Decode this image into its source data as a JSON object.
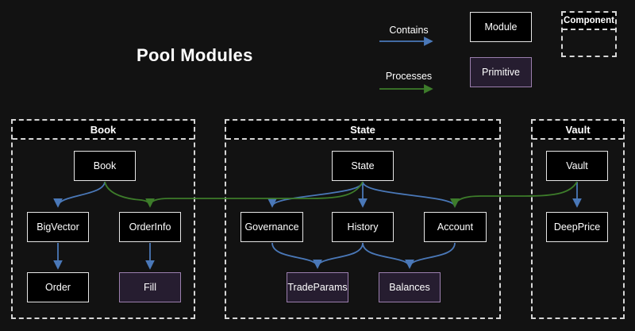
{
  "title": "Pool Modules",
  "legend": {
    "contains": "Contains",
    "processes": "Processes",
    "module": "Module",
    "primitive": "Primitive",
    "component": "Component"
  },
  "colors": {
    "background": "#121212",
    "contains_arrow": "#4a78b8",
    "processes_arrow": "#3d7c2a",
    "module_fill": "#000000",
    "module_border": "#e6e6e6",
    "primitive_fill": "#261d30",
    "primitive_border": "#9b7fae",
    "dashed_border": "#d6d6d6",
    "text": "#ffffff"
  },
  "containers": {
    "book": {
      "label": "Book"
    },
    "state": {
      "label": "State"
    },
    "vault": {
      "label": "Vault"
    }
  },
  "nodes": {
    "book": {
      "label": "Book",
      "type": "module"
    },
    "bigvector": {
      "label": "BigVector",
      "type": "module"
    },
    "orderinfo": {
      "label": "OrderInfo",
      "type": "module"
    },
    "order": {
      "label": "Order",
      "type": "module"
    },
    "fill": {
      "label": "Fill",
      "type": "primitive"
    },
    "state": {
      "label": "State",
      "type": "module"
    },
    "governance": {
      "label": "Governance",
      "type": "module"
    },
    "history": {
      "label": "History",
      "type": "module"
    },
    "account": {
      "label": "Account",
      "type": "module"
    },
    "tradeparams": {
      "label": "TradeParams",
      "type": "primitive"
    },
    "balances": {
      "label": "Balances",
      "type": "primitive"
    },
    "vault": {
      "label": "Vault",
      "type": "module"
    },
    "deepprice": {
      "label": "DeepPrice",
      "type": "module"
    }
  },
  "edges": [
    {
      "from": "Book",
      "to": "BigVector",
      "type": "contains"
    },
    {
      "from": "BigVector",
      "to": "Order",
      "type": "contains"
    },
    {
      "from": "OrderInfo",
      "to": "Fill",
      "type": "contains"
    },
    {
      "from": "State",
      "to": "Governance",
      "type": "contains"
    },
    {
      "from": "State",
      "to": "History",
      "type": "contains"
    },
    {
      "from": "State",
      "to": "Account",
      "type": "contains"
    },
    {
      "from": "Governance",
      "to": "TradeParams",
      "type": "contains"
    },
    {
      "from": "History",
      "to": "TradeParams",
      "type": "contains"
    },
    {
      "from": "History",
      "to": "Balances",
      "type": "contains"
    },
    {
      "from": "Account",
      "to": "Balances",
      "type": "contains"
    },
    {
      "from": "Vault",
      "to": "DeepPrice",
      "type": "contains"
    },
    {
      "from": "Book",
      "to": "OrderInfo",
      "type": "processes"
    },
    {
      "from": "State",
      "to": "OrderInfo",
      "type": "processes"
    },
    {
      "from": "Vault",
      "to": "Account",
      "type": "processes"
    }
  ]
}
